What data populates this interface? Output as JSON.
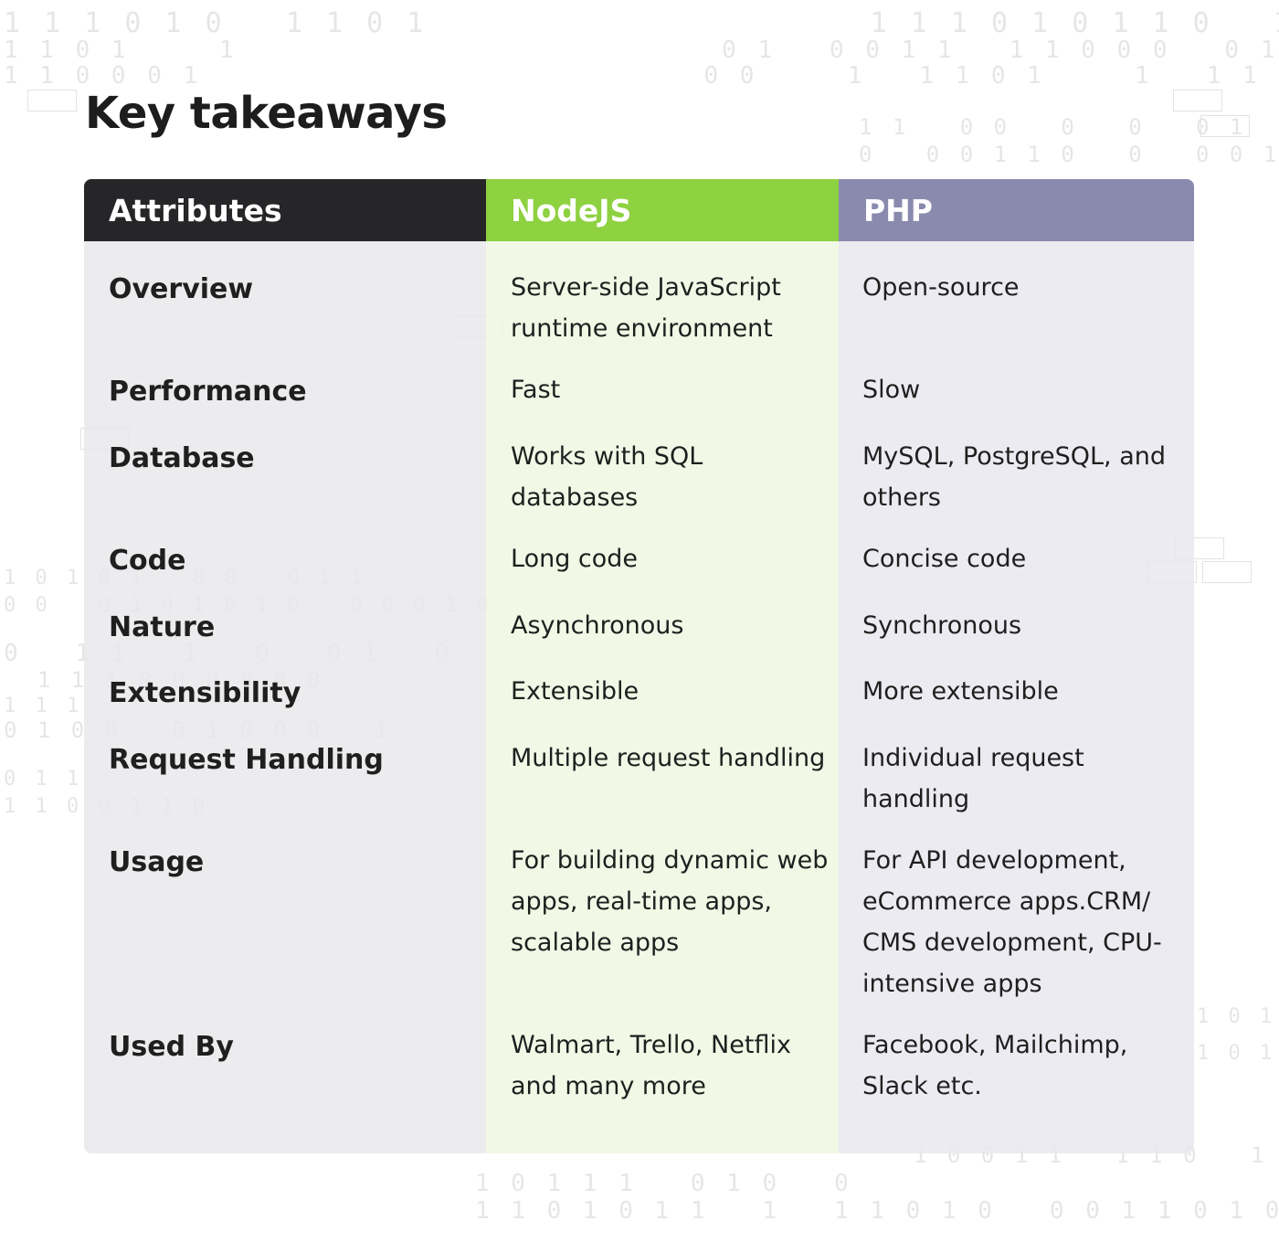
{
  "page_title": "Key takeaways",
  "table": {
    "headers": [
      "Attributes",
      "NodeJS",
      "PHP"
    ],
    "colors": {
      "attributes_header": "#262629",
      "nodejs_header": "#8ed141",
      "php_header": "#8a8aae"
    },
    "rows": [
      {
        "attribute": "Overview",
        "nodejs": "Server-side JavaScript runtime environment",
        "php": "Open-source"
      },
      {
        "attribute": "Performance",
        "nodejs": "Fast",
        "php": "Slow"
      },
      {
        "attribute": "Database",
        "nodejs": "Works with SQL databases",
        "php": "MySQL, PostgreSQL, and others"
      },
      {
        "attribute": "Code",
        "nodejs": "Long code",
        "php": "Concise code"
      },
      {
        "attribute": "Nature",
        "nodejs": "Asynchronous",
        "php": "Synchronous"
      },
      {
        "attribute": "Extensibility",
        "nodejs": "Extensible",
        "php": "More extensible"
      },
      {
        "attribute": "Request Handling",
        "nodejs": "Multiple request handling",
        "php": "Individual request handling"
      },
      {
        "attribute": "Usage",
        "nodejs": "For building dynamic web apps, real-time apps, scalable apps",
        "php": "For API development, eCommerce apps.CRM/ CMS development, CPU-intensive apps"
      },
      {
        "attribute": "Used By",
        "nodejs": "Walmart, Trello, Netflix and many more",
        "php": "Facebook, Mailchimp, Slack etc."
      }
    ]
  }
}
